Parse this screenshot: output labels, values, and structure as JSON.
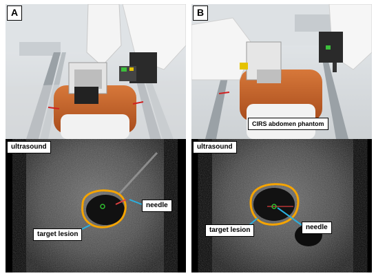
{
  "panels": [
    {
      "letter": "A",
      "ultrasound_label": "ultrasound",
      "needle_label": "needle",
      "lesion_label": "target lesion"
    },
    {
      "letter": "B",
      "ultrasound_label": "ultrasound",
      "phantom_label": "CIRS abdomen phantom",
      "needle_label": "needle",
      "lesion_label": "target lesion"
    }
  ],
  "colors": {
    "lesion_outline": "#f5a400",
    "callout_line": "#2ab0e0",
    "needle_tip": "#30c030",
    "phantom": "#c8662a"
  }
}
